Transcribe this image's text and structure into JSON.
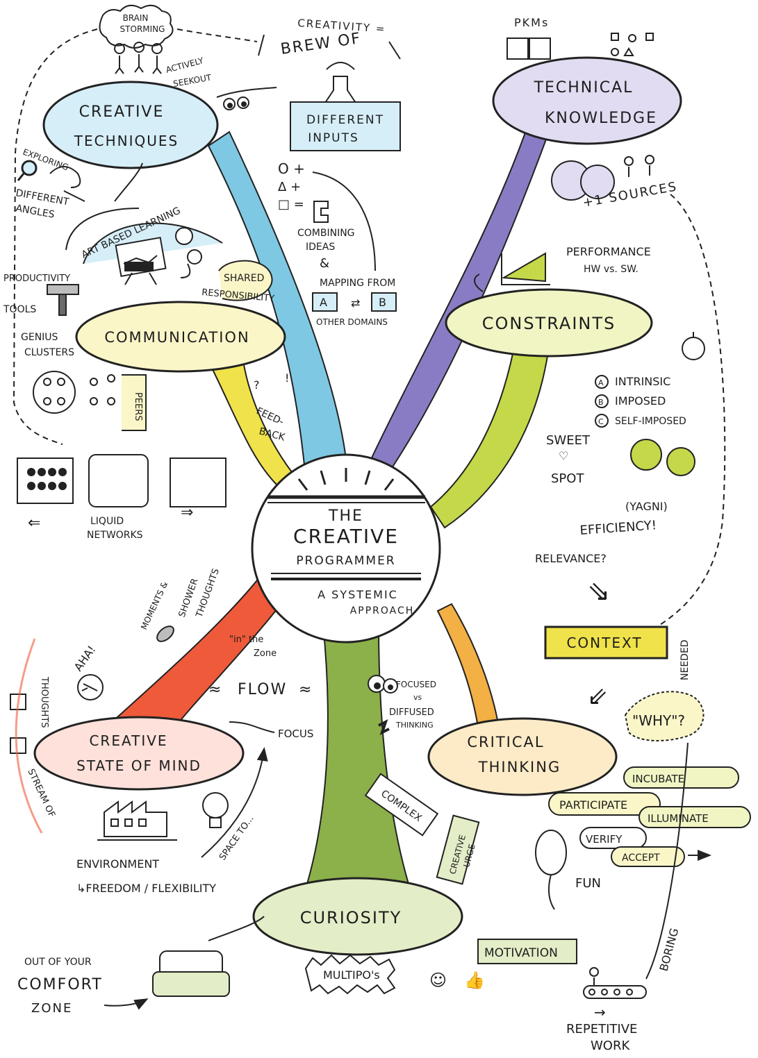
{
  "center": {
    "title_top": "THE",
    "title_main": "CREATIVE",
    "title_bottom": "PROGRAMMER",
    "subtitle_1": "A SYSTEMIC",
    "subtitle_2": "APPROACH"
  },
  "branches": {
    "creative_techniques": {
      "line1": "CREATIVE",
      "line2": "TECHNIQUES",
      "color": "#7ec8e3"
    },
    "technical_knowledge": {
      "line1": "TECHNICAL",
      "line2": "KNOWLEDGE",
      "color": "#8a7cc4"
    },
    "constraints": {
      "label": "CONSTRAINTS",
      "color": "#c5d84a"
    },
    "communication": {
      "label": "COMMUNICATION",
      "color": "#f0e24a"
    },
    "creative_state_of_mind": {
      "line1": "CREATIVE",
      "line2": "STATE OF MIND",
      "color": "#ef5a3a"
    },
    "critical_thinking": {
      "line1": "CRITICAL",
      "line2": "THINKING",
      "color": "#f3b044"
    },
    "curiosity": {
      "label": "CURIOSITY",
      "color": "#8cb04a"
    }
  },
  "notes": {
    "brainstorming_1": "BRAIN",
    "brainstorming_2": "STORMING",
    "creativity_eq": "CREATIVITY =",
    "brew_of": "BREW OF",
    "actively_1": "ACTIVELY",
    "actively_2": "SEEKOUT",
    "different_inputs_1": "DIFFERENT",
    "different_inputs_2": "INPUTS",
    "pkms": "PKMs",
    "exploring": "EXPLORING",
    "different_angles_1": "DIFFERENT",
    "different_angles_2": "ANGLES",
    "combining_1": "COMBINING",
    "combining_2": "IDEAS",
    "and_sign": "&",
    "mapping_from": "MAPPING FROM",
    "map_a": "A",
    "map_b": "B",
    "other_domains": "OTHER DOMAINS",
    "sources": "+1 SOURCES",
    "art_based": "ART BASED LEARNING",
    "productivity": "PRODUCTIVITY",
    "tools": "TOOLS",
    "shared_1": "SHARED",
    "shared_2": "RESPONSIBILITY",
    "performance_1": "PERFORMANCE",
    "performance_2": "HW vs. SW.",
    "genius_1": "GENIUS",
    "genius_2": "CLUSTERS",
    "peers": "PEERS",
    "feedback_1": "FEED-",
    "feedback_2": "BACK",
    "intrinsic": "INTRINSIC",
    "imposed": "IMPOSED",
    "self_imposed": "SELF-IMPOSED",
    "opt_a": "A",
    "opt_b": "B",
    "opt_c": "C",
    "sweet": "SWEET",
    "spot": "SPOT",
    "yagni": "(YAGNI)",
    "efficiency": "EFFICIENCY!",
    "relevance": "RELEVANCE?",
    "liquid_1": "LIQUID",
    "liquid_2": "NETWORKS",
    "aha": "AHA!",
    "moments": "MOMENTS &",
    "shower_1": "SHOWER",
    "shower_2": "THOUGHTS",
    "in_the_1": "\"in\" the",
    "in_the_2": "Zone",
    "flow": "FLOW",
    "focus": "FOCUS",
    "thoughts": "THOUGHTS",
    "stream_of": "STREAM OF",
    "context": "CONTEXT",
    "needed": "NEEDED",
    "why": "\"WHY\"?",
    "focused": "FOCUSED",
    "vs": "vs",
    "diffused": "DIFFUSED",
    "thinking": "THINKING",
    "incubate": "INCUBATE",
    "participate": "PARTICIPATE",
    "illuminate": "ILLUMINATE",
    "verify": "VERIFY",
    "accept": "ACCEPT",
    "complex": "COMPLEX",
    "creative_urge_1": "CREATIVE",
    "creative_urge_2": "URGE",
    "fun": "FUN",
    "space_to": "SPACE TO...",
    "environment": "ENVIRONMENT",
    "freedom": "↳FREEDOM / FLEXIBILITY",
    "motivation": "MOTIVATION",
    "boring": "BORING",
    "out_of_your": "OUT OF YOUR",
    "comfort": "COMFORT",
    "zone": "ZONE",
    "multipos": "MULTIPO's",
    "repetitive": "REPETITIVE",
    "work": "WORK"
  }
}
